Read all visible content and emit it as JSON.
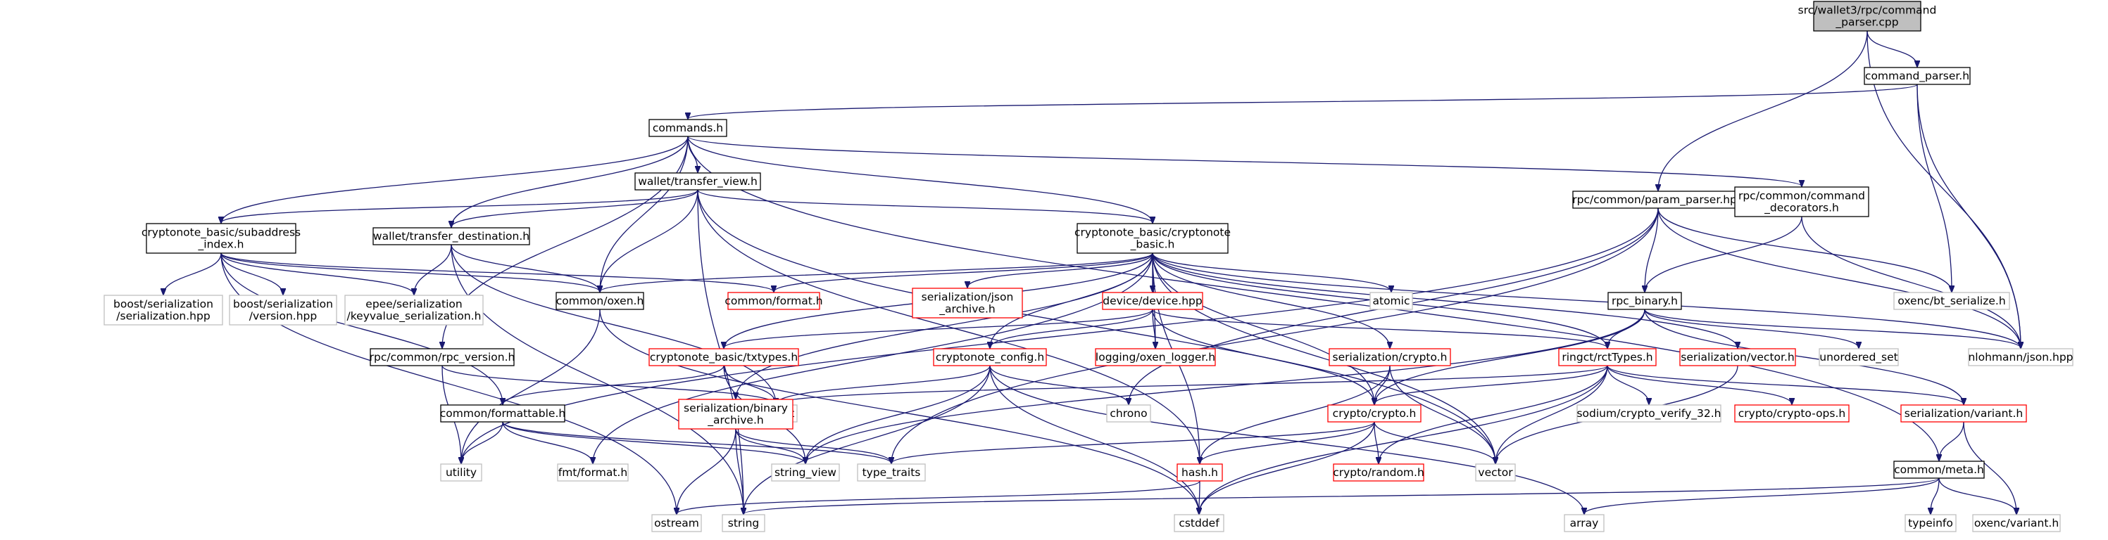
{
  "colors": {
    "edge": "#191970",
    "normal_border": "#000000",
    "external_border": "#bfbfbf",
    "incomplete_border": "#ff0000",
    "root_fill": "#bfbfbf",
    "fill": "#ffffff",
    "text": "#000000"
  },
  "nodes": [
    {
      "id": "root",
      "lines": [
        "src/wallet3/rpc/command",
        "_parser.cpp"
      ],
      "kind": "root"
    },
    {
      "id": "command_parser",
      "lines": [
        "command_parser.h"
      ],
      "kind": "normal"
    },
    {
      "id": "commands",
      "lines": [
        "commands.h"
      ],
      "kind": "normal"
    },
    {
      "id": "param_parser",
      "lines": [
        "rpc/common/param_parser.hpp"
      ],
      "kind": "normal"
    },
    {
      "id": "command_decorators",
      "lines": [
        "rpc/common/command",
        "_decorators.h"
      ],
      "kind": "normal"
    },
    {
      "id": "transfer_view",
      "lines": [
        "wallet/transfer_view.h"
      ],
      "kind": "normal"
    },
    {
      "id": "subaddress_index",
      "lines": [
        "cryptonote_basic/subaddress",
        "_index.h"
      ],
      "kind": "normal"
    },
    {
      "id": "transfer_destination",
      "lines": [
        "wallet/transfer_destination.h"
      ],
      "kind": "normal"
    },
    {
      "id": "cryptonote_basic",
      "lines": [
        "cryptonote_basic/cryptonote",
        "_basic.h"
      ],
      "kind": "normal"
    },
    {
      "id": "boost_serialization",
      "lines": [
        "boost/serialization",
        "/serialization.hpp"
      ],
      "kind": "external"
    },
    {
      "id": "boost_version",
      "lines": [
        "boost/serialization",
        "/version.hpp"
      ],
      "kind": "external"
    },
    {
      "id": "epee_keyvalue",
      "lines": [
        "epee/serialization",
        "/keyvalue_serialization.h"
      ],
      "kind": "external"
    },
    {
      "id": "common_oxen",
      "lines": [
        "common/oxen.h"
      ],
      "kind": "normal"
    },
    {
      "id": "common_format",
      "lines": [
        "common/format.h"
      ],
      "kind": "incomplete"
    },
    {
      "id": "serialization_json",
      "lines": [
        "serialization/json",
        "_archive.h"
      ],
      "kind": "incomplete"
    },
    {
      "id": "device",
      "lines": [
        "device/device.hpp"
      ],
      "kind": "incomplete"
    },
    {
      "id": "atomic",
      "lines": [
        "atomic"
      ],
      "kind": "external"
    },
    {
      "id": "rpc_binary",
      "lines": [
        "rpc_binary.h"
      ],
      "kind": "normal"
    },
    {
      "id": "oxenc_bt_serialize",
      "lines": [
        "oxenc/bt_serialize.h"
      ],
      "kind": "external"
    },
    {
      "id": "nlohmann_json",
      "lines": [
        "nlohmann/json.hpp"
      ],
      "kind": "external"
    },
    {
      "id": "rpc_version",
      "lines": [
        "rpc/common/rpc_version.h"
      ],
      "kind": "normal"
    },
    {
      "id": "txtypes",
      "lines": [
        "cryptonote_basic/txtypes.h"
      ],
      "kind": "incomplete"
    },
    {
      "id": "cryptonote_config",
      "lines": [
        "cryptonote_config.h"
      ],
      "kind": "incomplete"
    },
    {
      "id": "logging_oxen_logger",
      "lines": [
        "logging/oxen_logger.h"
      ],
      "kind": "incomplete"
    },
    {
      "id": "serialization_crypto",
      "lines": [
        "serialization/crypto.h"
      ],
      "kind": "incomplete"
    },
    {
      "id": "rctTypes",
      "lines": [
        "ringct/rctTypes.h"
      ],
      "kind": "incomplete"
    },
    {
      "id": "serialization_vector",
      "lines": [
        "serialization/vector.h"
      ],
      "kind": "incomplete"
    },
    {
      "id": "unordered_set",
      "lines": [
        "unordered_set"
      ],
      "kind": "external"
    },
    {
      "id": "cstdint",
      "lines": [
        "cstdint"
      ],
      "kind": "external"
    },
    {
      "id": "chrono",
      "lines": [
        "chrono"
      ],
      "kind": "external"
    },
    {
      "id": "sodium_verify",
      "lines": [
        "sodium/crypto_verify_32.h"
      ],
      "kind": "external"
    },
    {
      "id": "crypto_ops",
      "lines": [
        "crypto/crypto-ops.h"
      ],
      "kind": "incomplete"
    },
    {
      "id": "serialization_variant",
      "lines": [
        "serialization/variant.h"
      ],
      "kind": "incomplete"
    },
    {
      "id": "common_formattable",
      "lines": [
        "common/formattable.h"
      ],
      "kind": "normal"
    },
    {
      "id": "serialization_binary",
      "lines": [
        "serialization/binary",
        "_archive.h"
      ],
      "kind": "incomplete"
    },
    {
      "id": "crypto_crypto",
      "lines": [
        "crypto/crypto.h"
      ],
      "kind": "incomplete"
    },
    {
      "id": "utility",
      "lines": [
        "utility"
      ],
      "kind": "external"
    },
    {
      "id": "fmt_format",
      "lines": [
        "fmt/format.h"
      ],
      "kind": "external"
    },
    {
      "id": "string_view",
      "lines": [
        "string_view"
      ],
      "kind": "external"
    },
    {
      "id": "type_traits",
      "lines": [
        "type_traits"
      ],
      "kind": "external"
    },
    {
      "id": "hash",
      "lines": [
        "hash.h"
      ],
      "kind": "incomplete"
    },
    {
      "id": "crypto_random",
      "lines": [
        "crypto/random.h"
      ],
      "kind": "incomplete"
    },
    {
      "id": "vector",
      "lines": [
        "vector"
      ],
      "kind": "external"
    },
    {
      "id": "common_meta",
      "lines": [
        "common/meta.h"
      ],
      "kind": "normal"
    },
    {
      "id": "ostream",
      "lines": [
        "ostream"
      ],
      "kind": "external"
    },
    {
      "id": "string",
      "lines": [
        "string"
      ],
      "kind": "external"
    },
    {
      "id": "cstddef",
      "lines": [
        "cstddef"
      ],
      "kind": "external"
    },
    {
      "id": "array",
      "lines": [
        "array"
      ],
      "kind": "external"
    },
    {
      "id": "typeinfo",
      "lines": [
        "typeinfo"
      ],
      "kind": "external"
    },
    {
      "id": "oxenc_variant",
      "lines": [
        "oxenc/variant.h"
      ],
      "kind": "external"
    }
  ]
}
